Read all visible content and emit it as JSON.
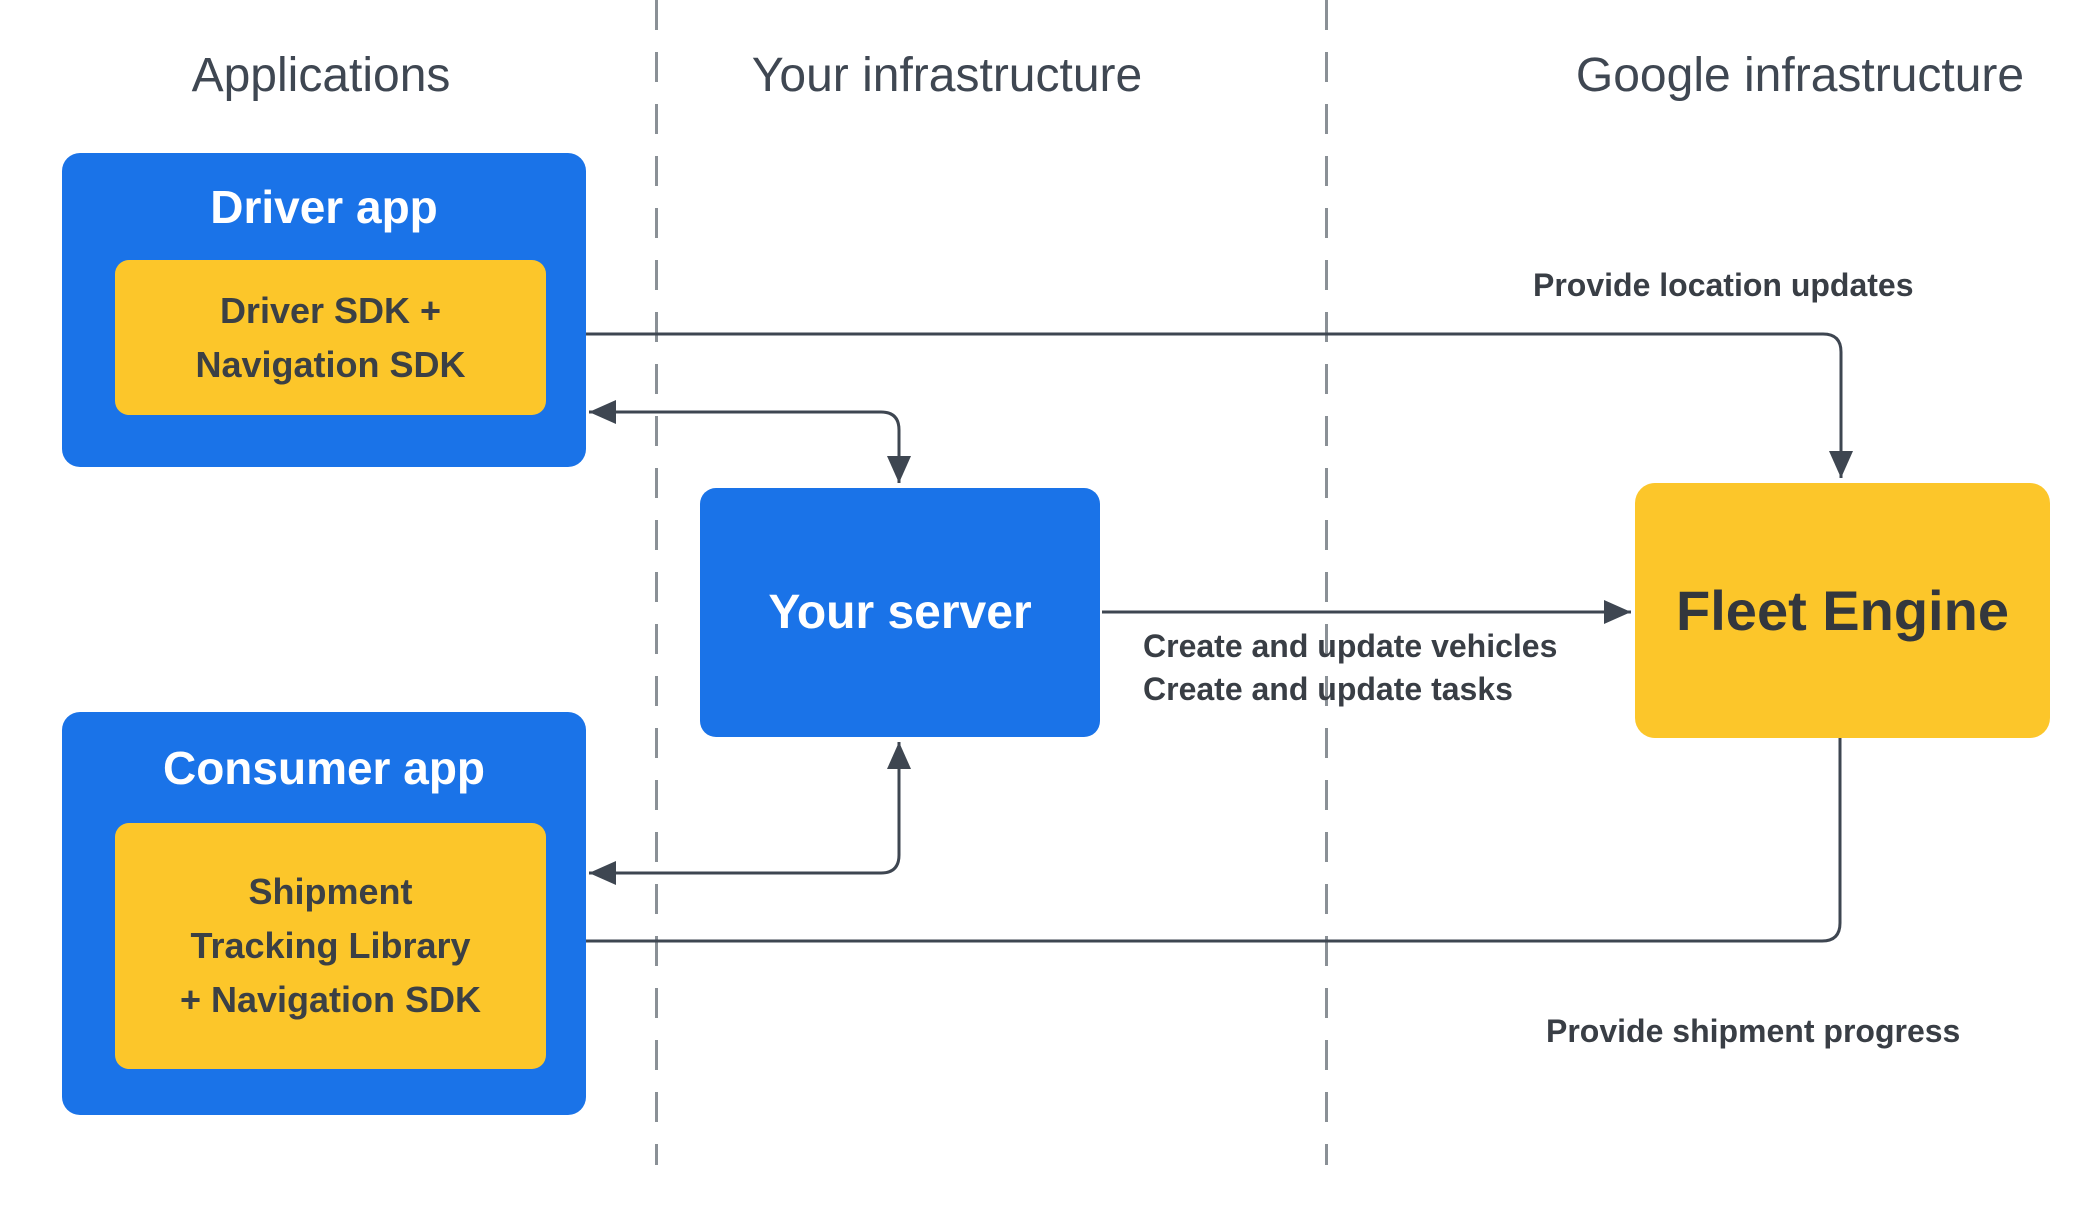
{
  "columns": [
    {
      "label": "Applications"
    },
    {
      "label": "Your infrastructure"
    },
    {
      "label": "Google infrastructure"
    }
  ],
  "nodes": {
    "driver_app": {
      "title": "Driver app",
      "sdk": "Driver SDK +\nNavigation SDK"
    },
    "consumer_app": {
      "title": "Consumer app",
      "sdk": "Shipment\nTracking Library\n+ Navigation SDK"
    },
    "your_server": {
      "title": "Your server"
    },
    "fleet_engine": {
      "title": "Fleet Engine"
    }
  },
  "edge_labels": {
    "location_updates": "Provide location updates",
    "create_vehicles": "Create and update vehicles",
    "create_tasks": "Create and update tasks",
    "shipment_progress": "Provide shipment progress"
  },
  "edges": [
    {
      "from": "fleet_engine",
      "to": "driver_sdk",
      "bidirectional": true,
      "label": "Provide location updates"
    },
    {
      "from": "your_server",
      "to": "driver_app",
      "bidirectional": true,
      "label": ""
    },
    {
      "from": "your_server",
      "to": "consumer_app",
      "bidirectional": true,
      "label": ""
    },
    {
      "from": "your_server",
      "to": "fleet_engine",
      "bidirectional": false,
      "label": "Create and update vehicles / Create and update tasks"
    },
    {
      "from": "fleet_engine",
      "to": "shipment_tracking_library",
      "bidirectional": false,
      "label": "Provide shipment progress"
    }
  ],
  "colors": {
    "blue": "#1a73e8",
    "yellow": "#fcc62a",
    "arrow": "#3e4651",
    "dashed": "#8a9096",
    "header_text": "#3f4752",
    "label_text": "#393e45",
    "sdk_text": "#3b4045",
    "fleet_text": "#33373d"
  }
}
